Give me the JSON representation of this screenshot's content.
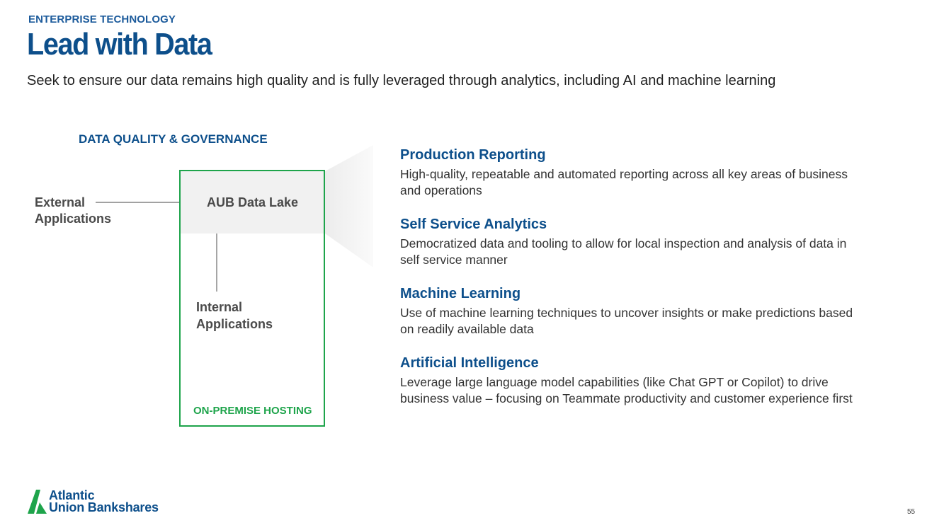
{
  "header": {
    "section_label": "ENTERPRISE TECHNOLOGY",
    "title": "Lead with Data",
    "subtitle": "Seek to ensure our data remains high quality and is fully leveraged through analytics, including AI and machine learning"
  },
  "diagram": {
    "governance_heading": "DATA QUALITY & GOVERNANCE",
    "data_lake_label": "AUB Data Lake",
    "external_apps_label": "External\nApplications",
    "internal_apps_label": "Internal\nApplications",
    "hosting_label": "ON-PREMISE HOSTING"
  },
  "features": [
    {
      "title": "Production Reporting",
      "description": "High-quality, repeatable and automated reporting across all key areas of business and operations"
    },
    {
      "title": "Self Service Analytics",
      "description": "Democratized data and tooling to allow for local inspection and analysis of data in self service manner"
    },
    {
      "title": "Machine Learning",
      "description": "Use of machine learning techniques to uncover insights or make predictions based on readily available data"
    },
    {
      "title": "Artificial Intelligence",
      "description": "Leverage large language model capabilities (like Chat GPT or Copilot) to drive business value – focusing on Teammate productivity and customer experience first"
    }
  ],
  "footer": {
    "logo_text": "Atlantic\nUnion Bankshares",
    "page_number": "55"
  },
  "colors": {
    "brand_blue": "#0d4f8b",
    "hosting_green": "#1ea44b",
    "text_gray": "#4a4a4a"
  }
}
